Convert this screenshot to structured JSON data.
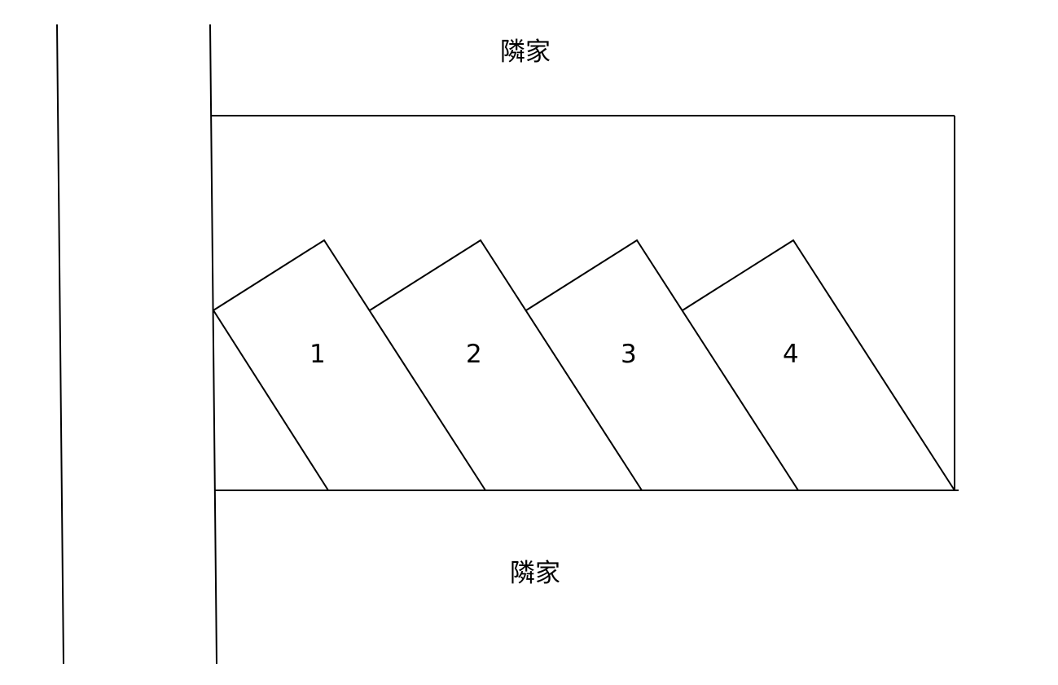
{
  "diagram": {
    "type": "parking-lot-site-plan",
    "labels": {
      "neighbor_top": "隣家",
      "neighbor_bottom": "隣家"
    },
    "spaces": [
      {
        "id": 1,
        "label": "1"
      },
      {
        "id": 2,
        "label": "2"
      },
      {
        "id": 3,
        "label": "3"
      },
      {
        "id": 4,
        "label": "4"
      }
    ],
    "colors": {
      "line": "#000000",
      "background": "#ffffff"
    }
  }
}
